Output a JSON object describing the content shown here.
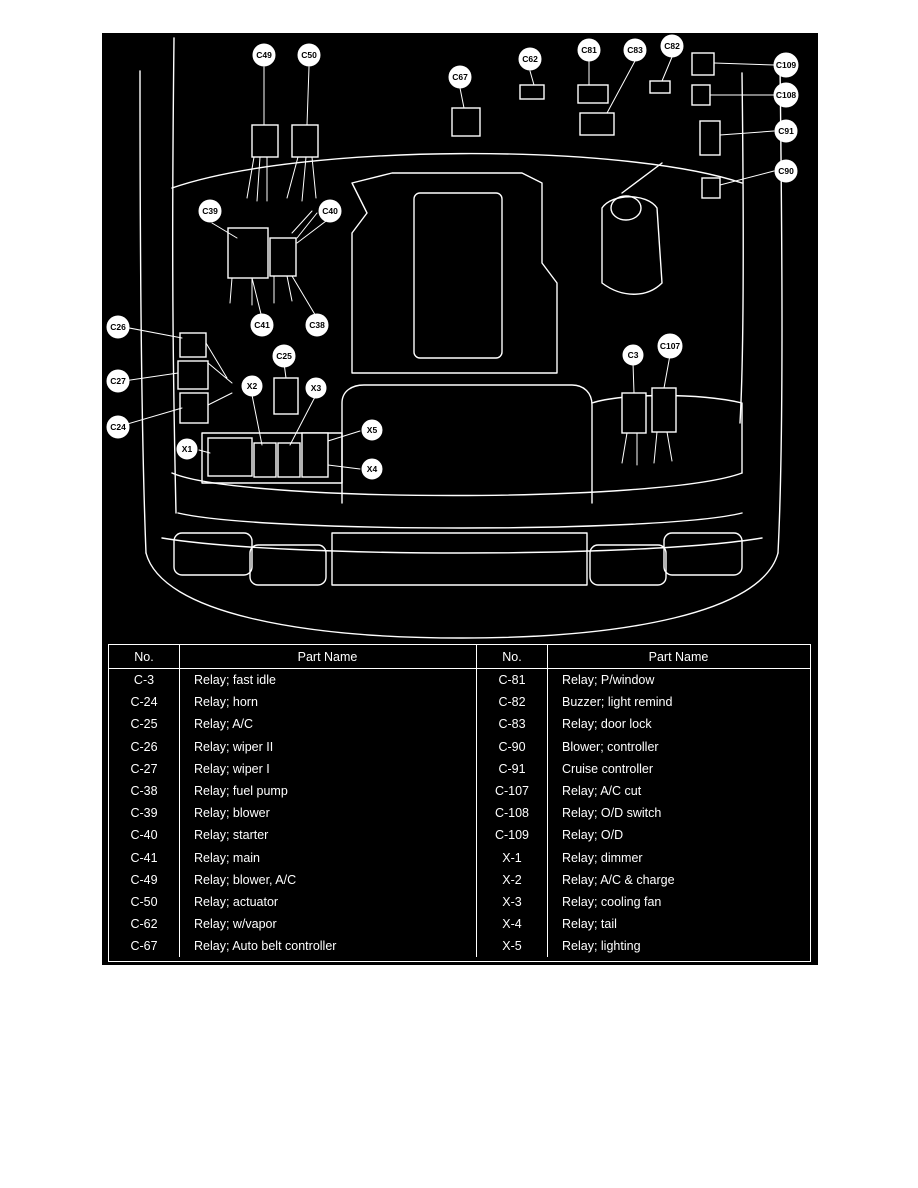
{
  "diagram": {
    "callouts": [
      "C49",
      "C50",
      "C67",
      "C62",
      "C81",
      "C83",
      "C82",
      "C109",
      "C108",
      "C91",
      "C90",
      "C39",
      "C40",
      "C41",
      "C38",
      "C26",
      "C27",
      "C24",
      "C25",
      "X2",
      "X3",
      "X1",
      "X5",
      "X4",
      "C3",
      "C107"
    ]
  },
  "legend": {
    "headers": {
      "no": "No.",
      "part_name": "Part Name",
      "no2": "No.",
      "part_name2": "Part Name"
    },
    "rows": [
      {
        "no": "C-3",
        "name": "Relay; fast idle",
        "no2": "C-81",
        "name2": "Relay; P/window"
      },
      {
        "no": "C-24",
        "name": "Relay; horn",
        "no2": "C-82",
        "name2": "Buzzer; light remind"
      },
      {
        "no": "C-25",
        "name": "Relay; A/C",
        "no2": "C-83",
        "name2": "Relay; door lock"
      },
      {
        "no": "C-26",
        "name": "Relay; wiper II",
        "no2": "C-90",
        "name2": "Blower; controller"
      },
      {
        "no": "C-27",
        "name": "Relay; wiper I",
        "no2": "C-91",
        "name2": "Cruise controller"
      },
      {
        "no": "C-38",
        "name": "Relay; fuel pump",
        "no2": "C-107",
        "name2": "Relay; A/C cut"
      },
      {
        "no": "C-39",
        "name": "Relay; blower",
        "no2": "C-108",
        "name2": "Relay; O/D switch"
      },
      {
        "no": "C-40",
        "name": "Relay; starter",
        "no2": "C-109",
        "name2": "Relay; O/D"
      },
      {
        "no": "C-41",
        "name": "Relay; main",
        "no2": "X-1",
        "name2": "Relay; dimmer"
      },
      {
        "no": "C-49",
        "name": "Relay; blower, A/C",
        "no2": "X-2",
        "name2": "Relay; A/C & charge"
      },
      {
        "no": "C-50",
        "name": "Relay; actuator",
        "no2": "X-3",
        "name2": "Relay; cooling fan"
      },
      {
        "no": "C-62",
        "name": "Relay; w/vapor",
        "no2": "X-4",
        "name2": "Relay; tail"
      },
      {
        "no": "C-67",
        "name": "Relay; Auto belt controller",
        "no2": "X-5",
        "name2": "Relay; lighting"
      }
    ]
  }
}
